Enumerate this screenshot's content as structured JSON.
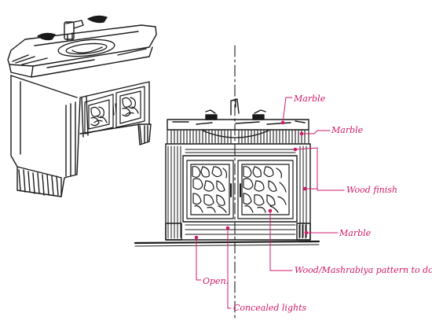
{
  "annotations": {
    "marble_top": "Marble",
    "marble_mid": "Marble",
    "wood_finish": "Wood finish",
    "marble_base": "Marble",
    "wood_mashrabiya": "Wood/Mashrabiya pattern to doors",
    "open": "Open.",
    "concealed_lights": "Concealed lights"
  },
  "colors": {
    "ink": "#1a1a1a",
    "annotation": "#d0196a"
  }
}
